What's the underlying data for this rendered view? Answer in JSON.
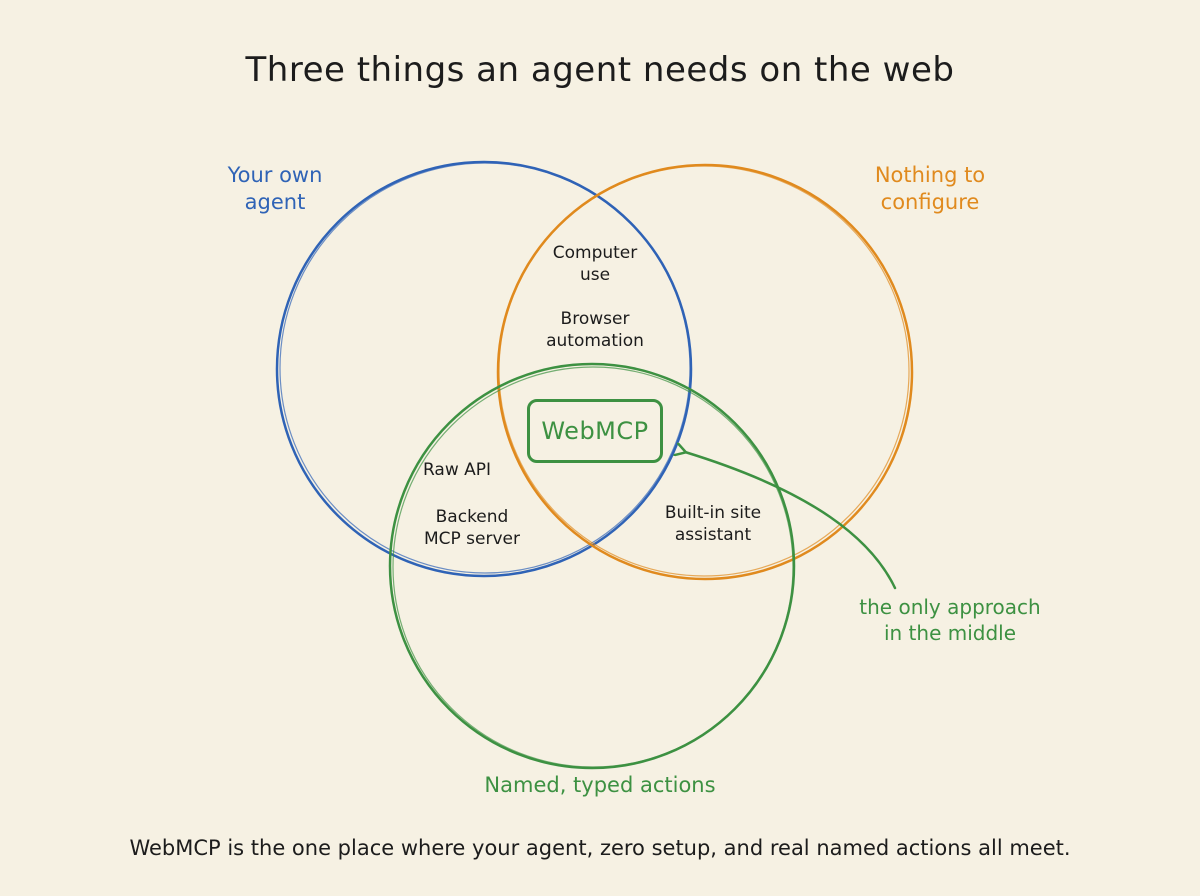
{
  "title": "Three things an agent needs on the web",
  "colors": {
    "background": "#f6f1e3",
    "blue": "#2f63b6",
    "orange": "#e08a1e",
    "green": "#3d9142",
    "text": "#1c1c1c"
  },
  "sets": {
    "own_agent": {
      "label_line1": "Your own",
      "label_line2": "agent"
    },
    "no_config": {
      "label_line1": "Nothing to",
      "label_line2": "configure"
    },
    "named_actions": {
      "label": "Named, typed actions"
    }
  },
  "regions": {
    "own_and_noconfig": {
      "item1_line1": "Computer",
      "item1_line2": "use",
      "item2_line1": "Browser",
      "item2_line2": "automation"
    },
    "own_and_named": {
      "item1": "Raw API",
      "item2_line1": "Backend",
      "item2_line2": "MCP server"
    },
    "noconfig_and_named": {
      "item1_line1": "Built-in site",
      "item1_line2": "assistant"
    },
    "center": {
      "label": "WebMCP"
    }
  },
  "annotation": {
    "line1": "the only approach",
    "line2": "in the middle"
  },
  "caption": "WebMCP is the one place where your agent, zero setup, and real named actions all meet."
}
